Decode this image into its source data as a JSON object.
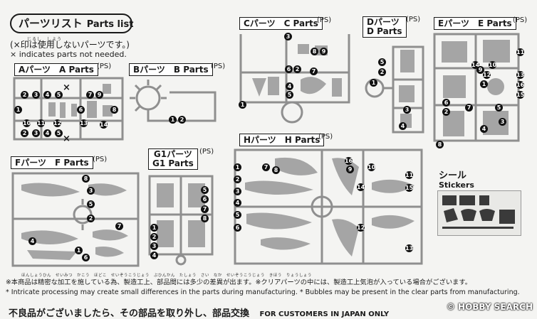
{
  "header": {
    "title_jp": "パーツリスト",
    "title_en": "Parts list",
    "note_jp": "(×印は使用しないパーツです。)",
    "note_en": "× indicates parts not needed.",
    "ruby": "じるし　しよう"
  },
  "runners": {
    "a": {
      "label": "Aパーツ　A Parts",
      "ps": "(PS)",
      "top_row": [
        "2",
        "3",
        "4",
        "5"
      ],
      "right_top": [
        "7",
        "9"
      ],
      "mid": [
        "10",
        "11",
        "12",
        "13"
      ],
      "right_mid": [
        "14"
      ],
      "bottom": [
        "2",
        "3",
        "4",
        "5"
      ],
      "side": [
        "1",
        "6",
        "8"
      ],
      "x": "×"
    },
    "b": {
      "label": "Bパーツ　B Parts",
      "ps": "(PS)",
      "nums": [
        "1",
        "2"
      ]
    },
    "c": {
      "label": "Cパーツ　C Parts",
      "ps": "(PS)",
      "nums": [
        "3",
        "6",
        "8",
        "9",
        "2",
        "4",
        "5",
        "7",
        "1"
      ]
    },
    "d": {
      "label1": "Dパーツ",
      "label2": "D Parts",
      "ps": "(PS)",
      "nums": [
        "5",
        "2",
        "1",
        "3",
        "4"
      ]
    },
    "e": {
      "label": "Eパーツ　E Parts",
      "ps": "(PS)",
      "nums": [
        "11",
        "14",
        "9",
        "12",
        "10",
        "13",
        "16",
        "1",
        "15",
        "6",
        "2",
        "7",
        "5",
        "3",
        "8",
        "4"
      ]
    },
    "f": {
      "label": "Fパーツ　F Parts",
      "ps": "(PS)",
      "nums": [
        "8",
        "3",
        "5",
        "2",
        "7",
        "4",
        "1",
        "6"
      ]
    },
    "g1": {
      "label1": "G1パーツ",
      "label2": "G1 Parts",
      "ps": "(PS)",
      "nums": [
        "5",
        "6",
        "7",
        "8",
        "1",
        "2",
        "3",
        "4"
      ]
    },
    "h": {
      "label": "Hパーツ　H Parts",
      "ps": "(PS)",
      "nums": [
        "1",
        "7",
        "8",
        "2",
        "3",
        "4",
        "5",
        "6",
        "10",
        "11",
        "9",
        "12",
        "15",
        "14",
        "16",
        "13"
      ]
    }
  },
  "stickers": {
    "label_jp": "シール",
    "label_en": "Stickers"
  },
  "footer": {
    "ruby": "ほんしょうひん　せいみつ　かこう　ほどこ　せいぞうこうじょう　ぶひんかん　たしょう　さい　なか　せいぞうこうじょう　きほう　りょうしょう",
    "line_jp": "※本商品は精密な加工を施している為、製造工上、部品間には多少の差異が出ます。※クリアパーツの中には、製造工上気泡が入っている場合がございます。",
    "line_en": "* Intricate processing may create small differences in the parts during manufacturing.  * Bubbles may be present in the clear parts from manufacturing.",
    "bottom_jp": "不良品がございましたら、その部品を取り外し、部品交換",
    "bottom_en": "FOR CUSTOMERS IN JAPAN ONLY"
  },
  "watermark": "© HOBBY SEARCH",
  "colors": {
    "ink": "#1a1a1a",
    "runner": "#8f8f8f",
    "paper": "#f4f4f2"
  }
}
